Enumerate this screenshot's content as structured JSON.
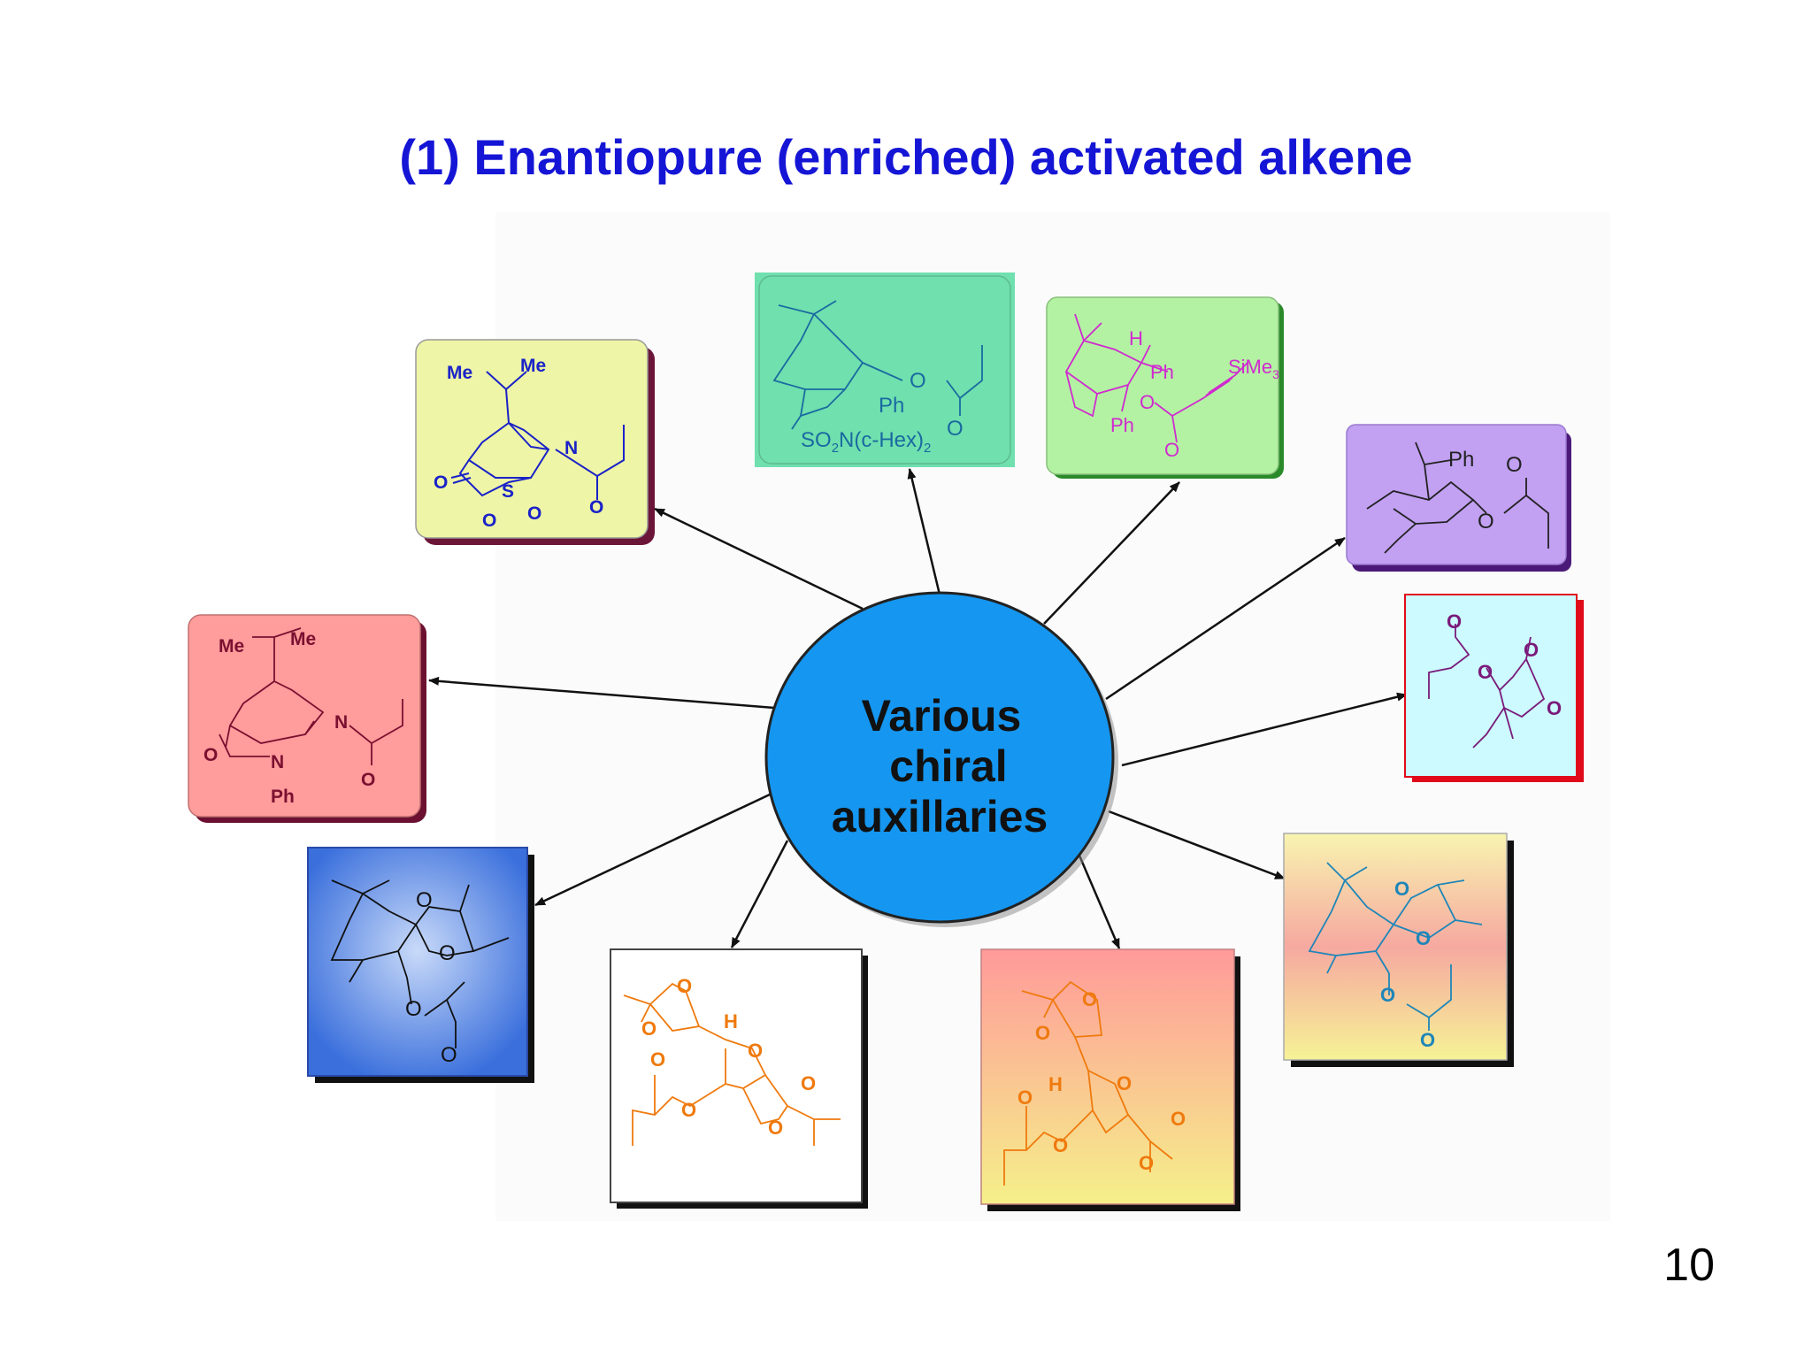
{
  "slide": {
    "title": "(1) Enantiopure (enriched) activated alkene",
    "page_number": "10"
  },
  "center": {
    "line1": "Various",
    "line2": "chiral",
    "line3": "auxillaries",
    "fill": "#1596f0"
  },
  "auxiliaries": [
    {
      "id": "camphorsultam",
      "labels": [
        "Me",
        "Me",
        "N",
        "O",
        "S",
        "O",
        "O",
        "O"
      ],
      "fill": "#eef5a6",
      "ink": "#1a22c8"
    },
    {
      "id": "oppolzer-ester",
      "labels": [
        "O",
        "Ph",
        "O",
        "SO",
        "2",
        "N(c-Hex)",
        "2"
      ],
      "fill": "#6fe0ae",
      "ink": "#1a5aa8"
    },
    {
      "id": "propargyl-ester",
      "labels": [
        "H",
        "Ph",
        "SiMe",
        "3",
        "O",
        "Ph",
        "O"
      ],
      "fill": "#b3f2a2",
      "ink": "#d02ad0"
    },
    {
      "id": "phenylmenthyl-ester",
      "labels": [
        "Ph",
        "O",
        "O"
      ],
      "fill": "#c2a0f2",
      "ink": "#222222"
    },
    {
      "id": "pantolactone-ester",
      "labels": [
        "O",
        "O",
        "O",
        "O"
      ],
      "fill": "#ccfaff",
      "ink": "#7a1a7a"
    },
    {
      "id": "camphor-lactam",
      "labels": [
        "Me",
        "Me",
        "N",
        "O",
        "N",
        "Ph",
        "O"
      ],
      "fill": "#ff9c9c",
      "ink": "#7a1030"
    },
    {
      "id": "camphor-ketal",
      "labels": [
        "O",
        "O",
        "O",
        "O"
      ],
      "fill": "#4577e0",
      "ink": "#111111"
    },
    {
      "id": "glucose-diacetonide-a",
      "labels": [
        "O",
        "O",
        "H",
        "O",
        "O",
        "O",
        "O",
        "O"
      ],
      "fill": "#ffffff",
      "ink": "#ef7a0e"
    },
    {
      "id": "glucose-diacetonide-b",
      "labels": [
        "O",
        "O",
        "H",
        "O",
        "O",
        "O",
        "O",
        "O"
      ],
      "fill": "#ff9e9e",
      "ink": "#ef7a0e"
    },
    {
      "id": "camphor-dioxolane",
      "labels": [
        "O",
        "O",
        "O",
        "O"
      ],
      "fill": "#f6d6a0",
      "ink": "#1f86b8"
    }
  ]
}
